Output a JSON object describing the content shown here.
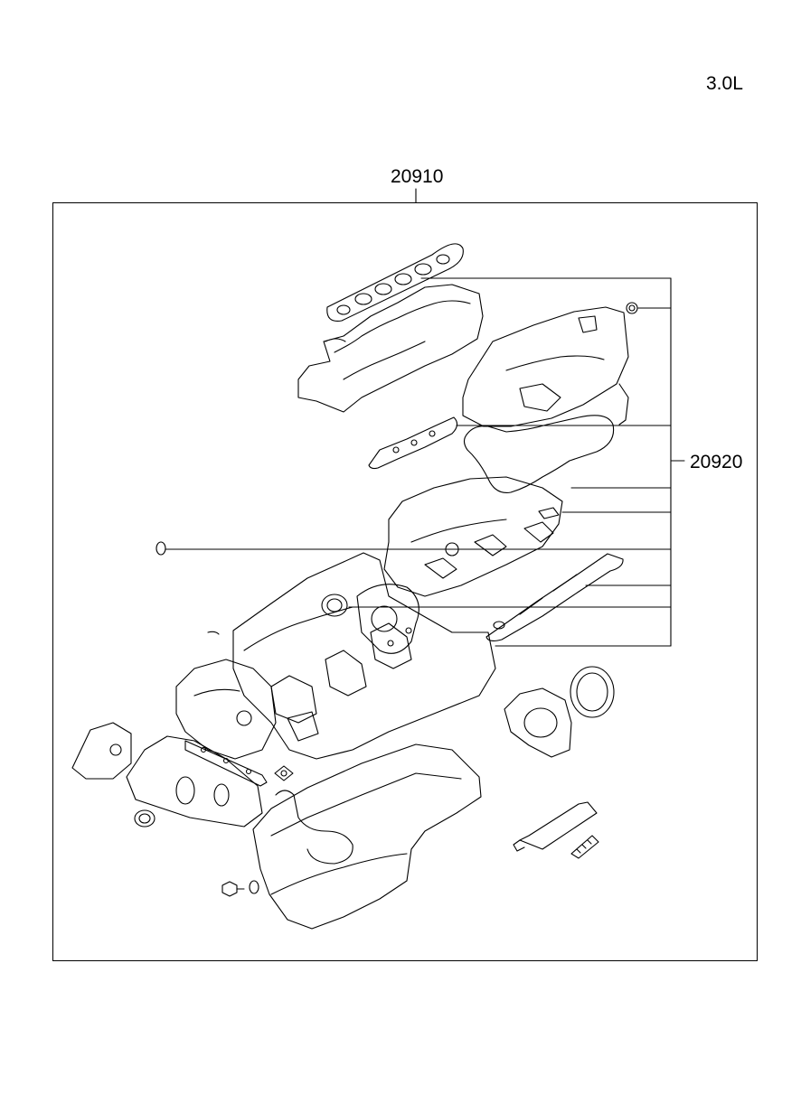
{
  "diagram": {
    "engine_size": "3.0L",
    "kit_part_number": "20910",
    "subkit_part_number": "20920"
  }
}
